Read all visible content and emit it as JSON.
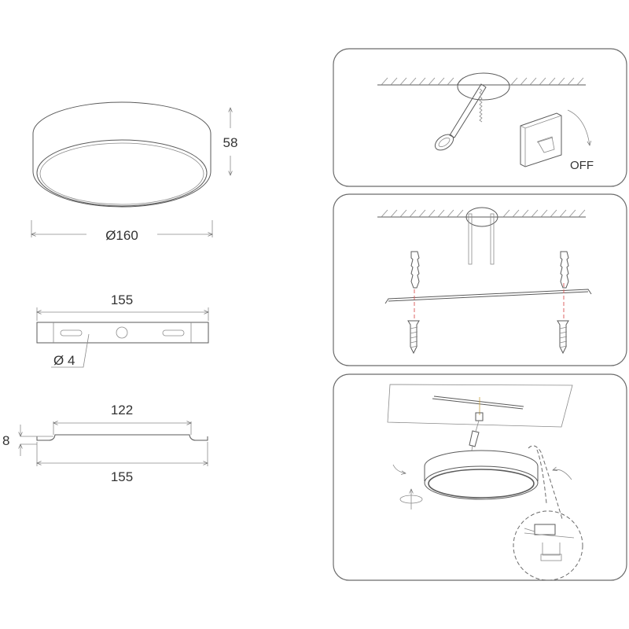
{
  "dimensions": {
    "lamp_height": "58",
    "lamp_diameter": "Ø160",
    "bracket_length_top": "155",
    "hole_diameter": "Ø 4",
    "bracket_inner_length": "122",
    "bracket_height": "8",
    "bracket_length_bottom": "155"
  },
  "steps": {
    "step1_switch_label": "OFF"
  },
  "colors": {
    "line": "#5a5a5a",
    "panel_border": "#6b6b6b",
    "text": "#333333"
  }
}
